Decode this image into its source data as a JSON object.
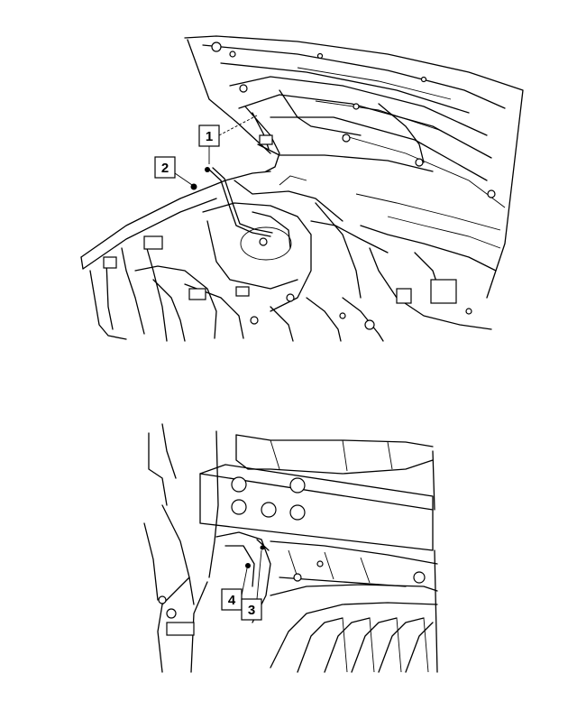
{
  "callouts": [
    {
      "id": "1",
      "label": "1"
    },
    {
      "id": "2",
      "label": "2"
    },
    {
      "id": "3",
      "label": "3"
    },
    {
      "id": "4",
      "label": "4"
    }
  ],
  "colors": {
    "ink": "#000000",
    "paper": "#ffffff"
  }
}
